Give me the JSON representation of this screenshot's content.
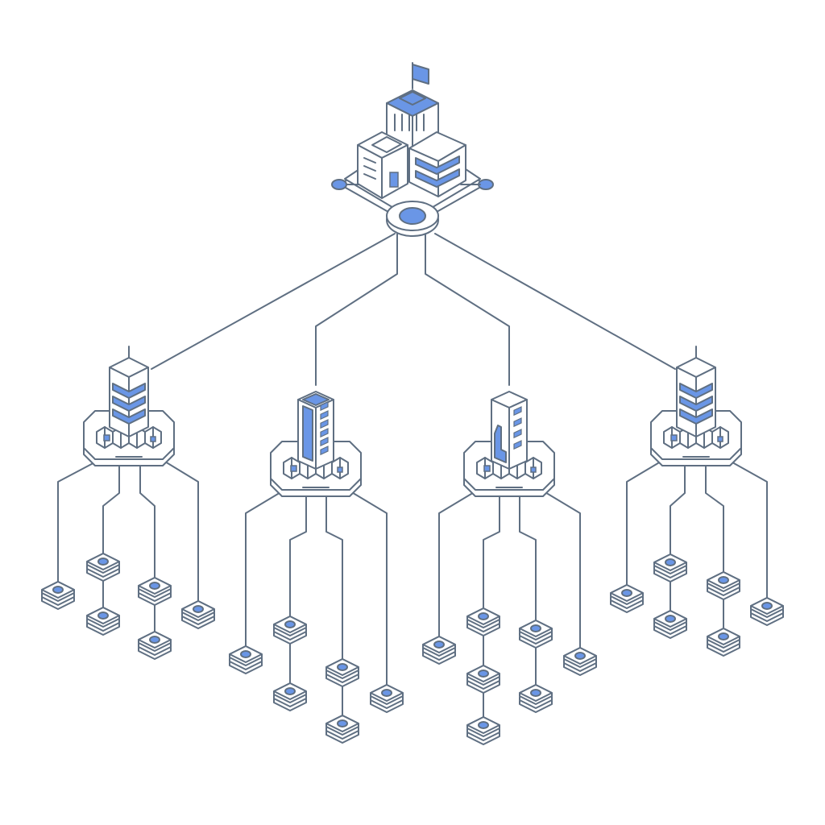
{
  "colors": {
    "background": "#ffffff",
    "stroke": "#5f6f82",
    "accent": "#6a96e6",
    "fill": "#ffffff"
  },
  "diagram": {
    "type": "hierarchy",
    "root": {
      "id": "headquarters",
      "icon": "headquarters-building-cluster-icon",
      "flag_icon": "flag-icon",
      "hub_icon": "hub-node-icon"
    },
    "branches": [
      {
        "id": "branch-1",
        "icon": "office-tower-icon",
        "leaves": [
          {
            "id": "b1-l1",
            "icon": "database-icon"
          },
          {
            "id": "b1-l2",
            "icon": "database-icon"
          },
          {
            "id": "b1-l3",
            "icon": "database-icon"
          },
          {
            "id": "b1-l4",
            "icon": "database-icon"
          },
          {
            "id": "b1-l5",
            "icon": "database-icon"
          },
          {
            "id": "b1-l6",
            "icon": "database-icon"
          },
          {
            "id": "b1-l7",
            "icon": "database-icon"
          }
        ]
      },
      {
        "id": "branch-2",
        "icon": "office-tower-icon",
        "leaves": [
          {
            "id": "b2-l1",
            "icon": "database-icon"
          },
          {
            "id": "b2-l2",
            "icon": "database-icon"
          },
          {
            "id": "b2-l3",
            "icon": "database-icon"
          },
          {
            "id": "b2-l4",
            "icon": "database-icon"
          },
          {
            "id": "b2-l5",
            "icon": "database-icon"
          },
          {
            "id": "b2-l6",
            "icon": "database-icon"
          },
          {
            "id": "b2-l7",
            "icon": "database-icon"
          }
        ]
      },
      {
        "id": "branch-3",
        "icon": "office-tower-icon",
        "leaves": [
          {
            "id": "b3-l1",
            "icon": "database-icon"
          },
          {
            "id": "b3-l2",
            "icon": "database-icon"
          },
          {
            "id": "b3-l3",
            "icon": "database-icon"
          },
          {
            "id": "b3-l4",
            "icon": "database-icon"
          },
          {
            "id": "b3-l5",
            "icon": "database-icon"
          },
          {
            "id": "b3-l6",
            "icon": "database-icon"
          },
          {
            "id": "b3-l7",
            "icon": "database-icon"
          },
          {
            "id": "b3-l8",
            "icon": "database-icon"
          }
        ]
      },
      {
        "id": "branch-4",
        "icon": "office-tower-icon",
        "leaves": [
          {
            "id": "b4-l1",
            "icon": "database-icon"
          },
          {
            "id": "b4-l2",
            "icon": "database-icon"
          },
          {
            "id": "b4-l3",
            "icon": "database-icon"
          },
          {
            "id": "b4-l4",
            "icon": "database-icon"
          },
          {
            "id": "b4-l5",
            "icon": "database-icon"
          },
          {
            "id": "b4-l6",
            "icon": "database-icon"
          },
          {
            "id": "b4-l7",
            "icon": "database-icon"
          }
        ]
      }
    ]
  }
}
